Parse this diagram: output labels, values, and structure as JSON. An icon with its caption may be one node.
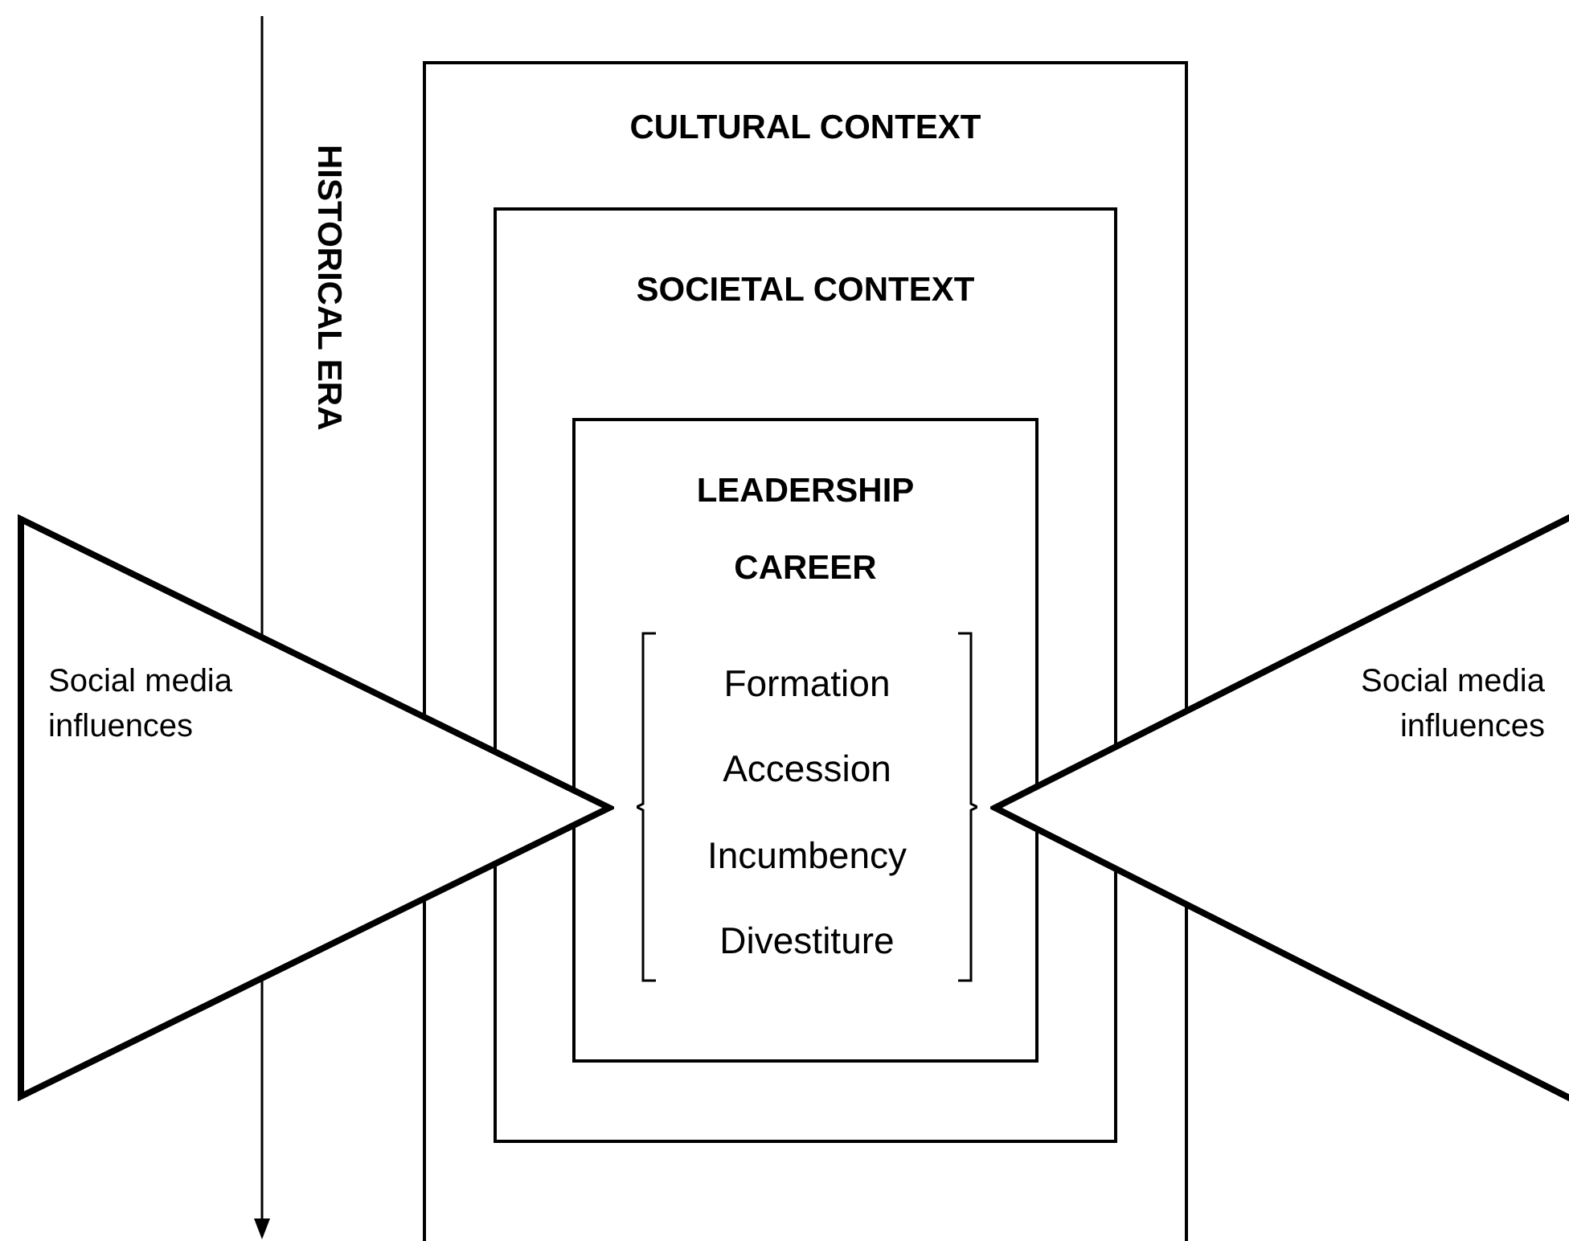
{
  "diagram": {
    "nodes": [
      {
        "text": [
          "CULTURAL CONTEXT"
        ]
      },
      {
        "text": [
          "SOCIETAL CONTEXT"
        ],
        "in": 0
      },
      {
        "text": [
          "LEADERSHIP CAREER"
        ],
        "in": 1
      },
      {
        "text": [
          "Formation",
          "Accession",
          "Incumbency",
          "Divestiture"
        ],
        "in": 2
      },
      {
        "text": [
          "Social media influences"
        ]
      },
      {
        "text": [
          "Social media influences"
        ]
      }
    ],
    "labels": [
      "HISTORICAL ERA"
    ]
  }
}
